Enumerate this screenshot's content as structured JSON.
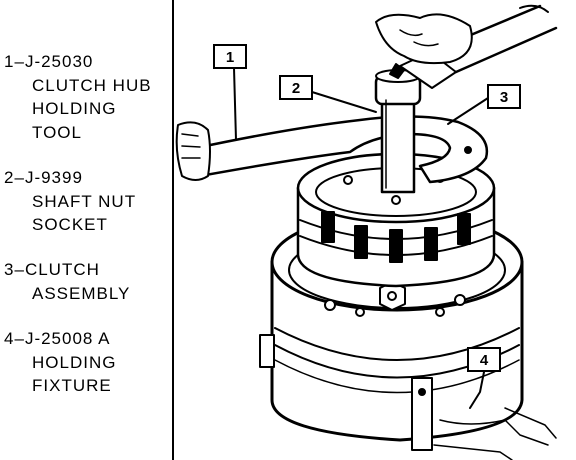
{
  "legend": [
    {
      "number": "1",
      "lines": [
        "J-25030",
        "CLUTCH HUB",
        "HOLDING",
        "TOOL"
      ]
    },
    {
      "number": "2",
      "lines": [
        "J-9399",
        "SHAFT NUT",
        "SOCKET"
      ]
    },
    {
      "number": "3",
      "lines": [
        "CLUTCH",
        "ASSEMBLY"
      ]
    },
    {
      "number": "4",
      "lines": [
        "J-25008 A",
        "HOLDING",
        "FIXTURE"
      ]
    }
  ],
  "callouts": [
    "1",
    "2",
    "3",
    "4"
  ]
}
